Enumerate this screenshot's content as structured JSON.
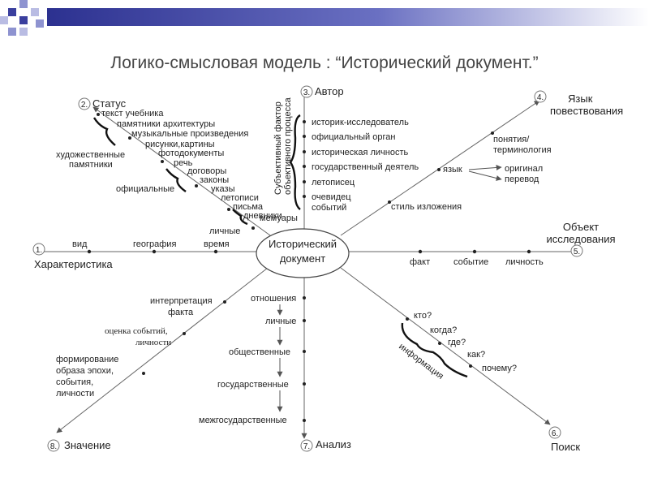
{
  "slide": {
    "title": "Логико-смысловая модель : “Исторический документ.”"
  },
  "center": {
    "line1": "Исторический",
    "line2": "документ"
  },
  "axes": {
    "status": {
      "num": "2.",
      "label": "Статус",
      "items": [
        "текст учебника",
        "памятники архитектуры",
        "музыкальные произведения",
        "рисунки,картины",
        "фотодокументы",
        "речь",
        "договоры",
        "законы",
        "указы",
        "летописи",
        "письма",
        "дневники",
        "мемуары",
        "личные"
      ],
      "groups": [
        "художественные",
        "памятники",
        "официальные"
      ]
    },
    "author": {
      "num": "3.",
      "label": "Автор",
      "vertical1": "Субъективный фактор",
      "vertical2": "объективного процесса",
      "items": [
        "историк-исследователь",
        "официальный орган",
        "историческая личность",
        "государственный деятель",
        "летописец",
        "очевидец",
        "событий"
      ]
    },
    "language": {
      "num": "4.",
      "label1": "Язык",
      "label2": "повествования",
      "items": [
        "понятия/",
        "терминология",
        "язык",
        "оригинал",
        "перевод",
        "стиль изложения"
      ]
    },
    "object": {
      "num": "5.",
      "label1": "Объект",
      "label2": "исследования",
      "items": [
        "факт",
        "событие",
        "личность"
      ]
    },
    "search": {
      "num": "6.",
      "label": "Поиск",
      "items": [
        "кто?",
        "когда?",
        "где?",
        "как?",
        "почему?"
      ],
      "group": "информация"
    },
    "analysis": {
      "num": "7.",
      "label": "Анализ",
      "items": [
        "отношения",
        "личные",
        "общественные",
        "государственные",
        "межгосударственные"
      ]
    },
    "meaning": {
      "num": "8.",
      "label": "Значение",
      "items": [
        "интерпретация",
        "факта",
        "оценка событий,",
        "личности",
        "формирование",
        "образа эпохи,",
        "события,",
        "личности"
      ]
    },
    "characteristic": {
      "num": "1.",
      "label": "Характеристика",
      "items": [
        "вид",
        "география",
        "время"
      ]
    }
  },
  "colors": {
    "topbar": "#3a3f9e",
    "line": "#555555",
    "text": "#222222"
  }
}
